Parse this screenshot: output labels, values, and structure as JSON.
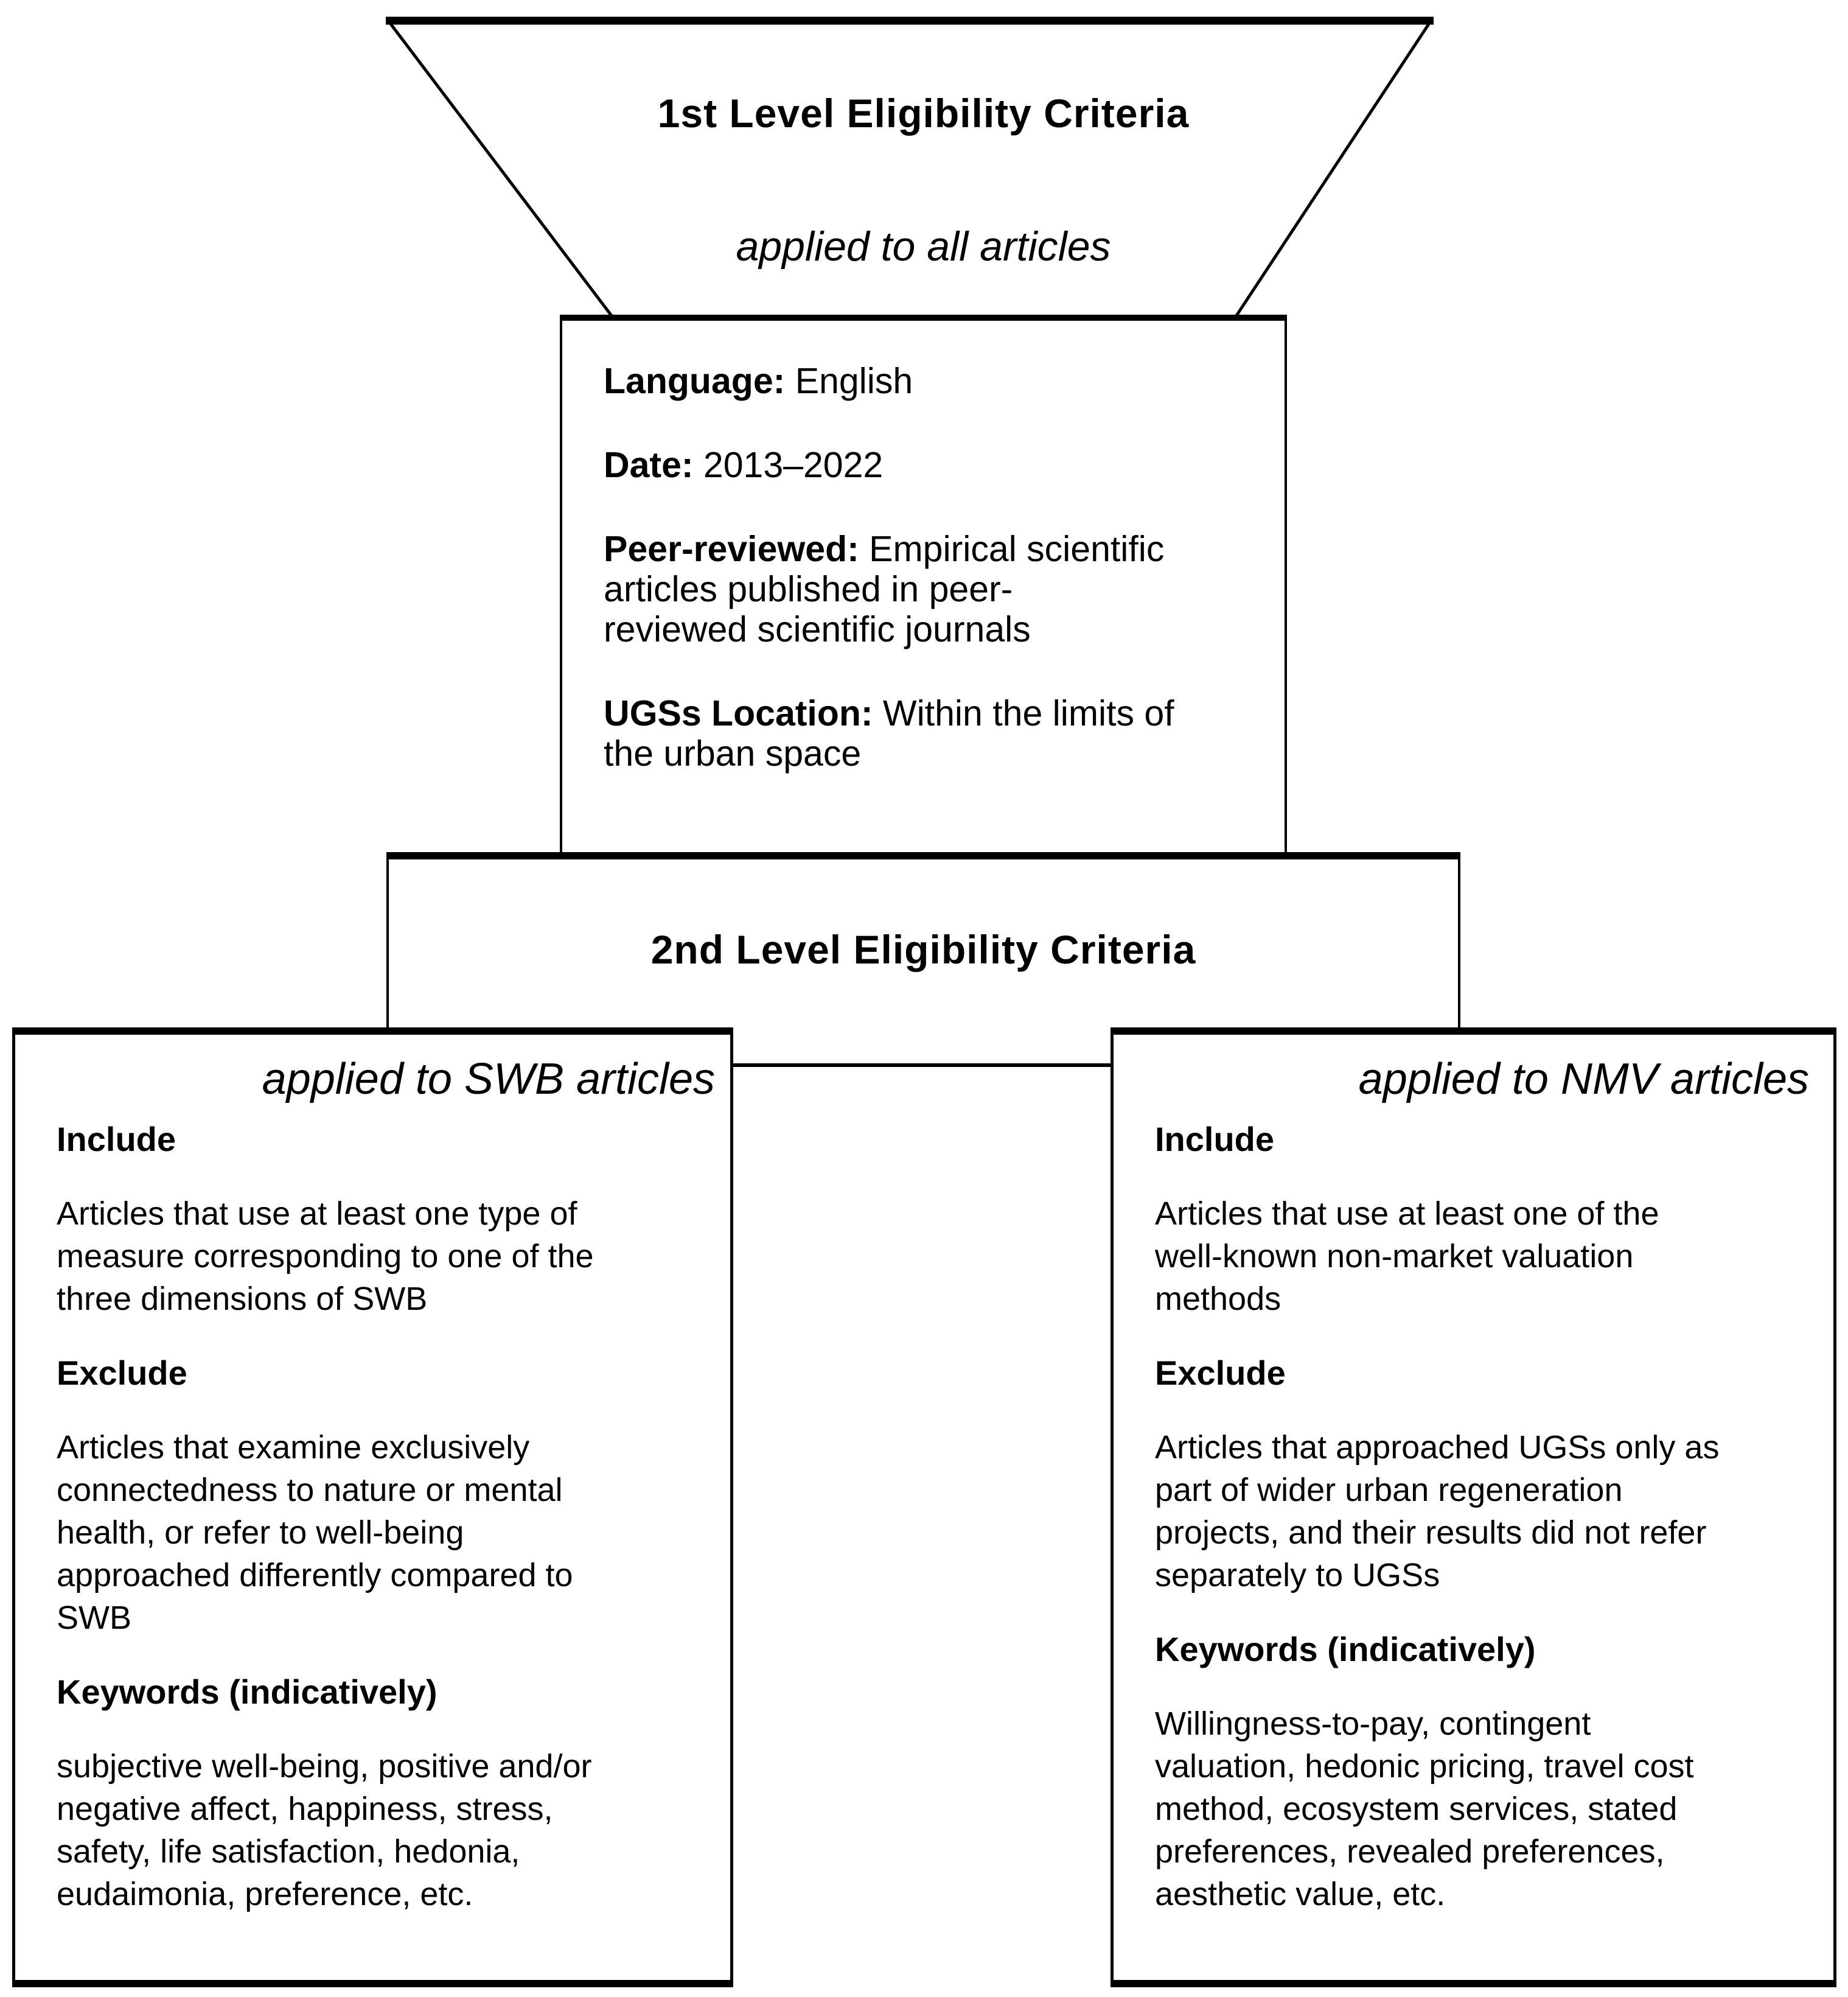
{
  "colors": {
    "background": "#ffffff",
    "line": "#000000",
    "text": "#000000"
  },
  "funnel": {
    "title": "1st Level Eligibility Criteria",
    "subtitle": "applied to all articles"
  },
  "first_level": {
    "items": [
      {
        "label": "Language:",
        "text": " English"
      },
      {
        "label": "Date:",
        "text": " 2013–2022"
      },
      {
        "label": "Peer-reviewed:",
        "text": " Empirical scientific\narticles published in peer-\nreviewed scientific journals"
      },
      {
        "label": "UGSs Location:",
        "text": " Within the limits of\nthe urban space"
      }
    ]
  },
  "second_level": {
    "title": "2nd Level Eligibility Criteria"
  },
  "swb": {
    "subtitle": "applied to SWB articles",
    "include_heading": "Include",
    "include_text": "Articles that use at least one type of\nmeasure corresponding to one of the\nthree dimensions of SWB",
    "exclude_heading": "Exclude",
    "exclude_text": "Articles that examine exclusively\nconnectedness to nature or mental\nhealth, or refer to well-being\napproached differently compared to\nSWB",
    "keywords_heading": "Keywords (indicatively)",
    "keywords_text": "subjective well-being, positive and/or\nnegative affect, happiness, stress,\nsafety, life satisfaction, hedonia,\neudaimonia, preference, etc."
  },
  "nmv": {
    "subtitle": "applied to NMV articles",
    "include_heading": "Include",
    "include_text": "Articles that use at least one of the\nwell-known non-market valuation\nmethods",
    "exclude_heading": "Exclude",
    "exclude_text": "Articles that approached UGSs only as\npart of wider urban regeneration\nprojects, and their results did not refer\nseparately to UGSs",
    "keywords_heading": "Keywords (indicatively)",
    "keywords_text": "Willingness-to-pay, contingent\nvaluation, hedonic pricing, travel cost\nmethod, ecosystem services, stated\npreferences, revealed preferences,\naesthetic value, etc."
  }
}
